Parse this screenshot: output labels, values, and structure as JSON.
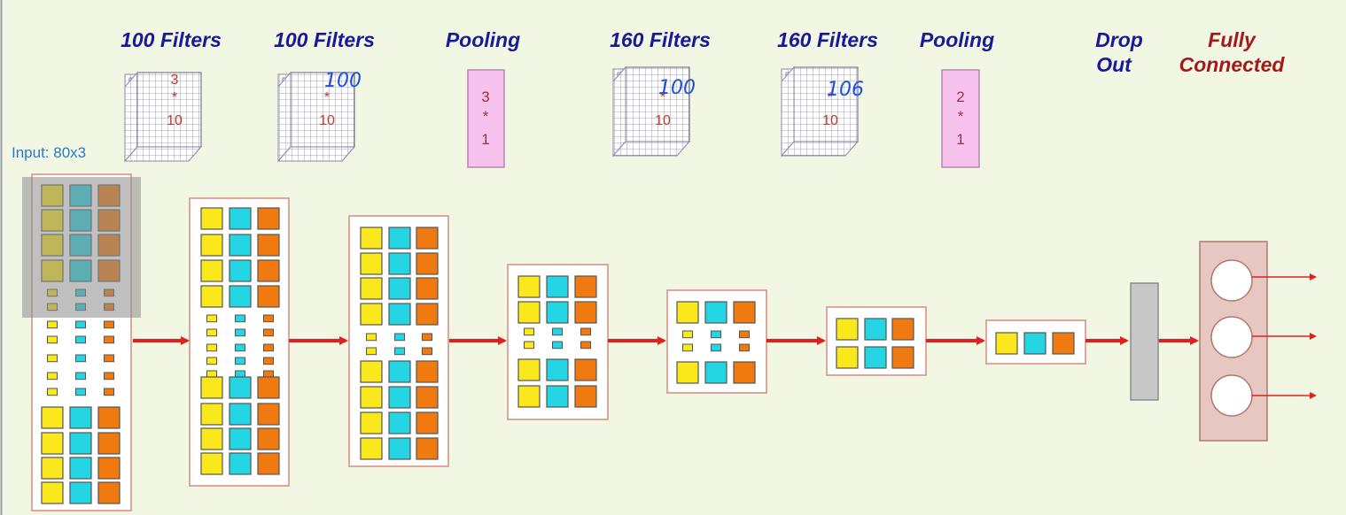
{
  "colors": {
    "background": "#f2f7e4",
    "heading": "#1a1a96",
    "heading_fc": "#a01c1c",
    "input_label": "#2a79c9",
    "handwriting": "#1d4fd8",
    "box_border": "#d88a80",
    "arrow": "#e02020",
    "cell_yellow": "#fbe81c",
    "cell_cyan": "#24d6e4",
    "cell_orange": "#f07a10",
    "pool_fill": "#f7c2ee",
    "pool_border": "#b08ab0",
    "dropout_fill": "#c8c8c8",
    "fc_fill": "#e7c7c2"
  },
  "input_label": "Input: 80x3",
  "stages": [
    {
      "heading": "100 Filters",
      "kernel_top": "3",
      "kernel_mid": "*",
      "kernel_bot": "10",
      "handwritten": ""
    },
    {
      "heading": "100 Filters",
      "kernel_top": "",
      "kernel_mid": "*",
      "kernel_bot": "10",
      "handwritten": "100"
    },
    {
      "heading": "Pooling",
      "pool_top": "3",
      "pool_mid": "*",
      "pool_bot": "1"
    },
    {
      "heading": "160 Filters",
      "kernel_top": "",
      "kernel_mid": "*",
      "kernel_bot": "10",
      "handwritten": "100"
    },
    {
      "heading": "160 Filters",
      "kernel_top": "",
      "kernel_mid": "*",
      "kernel_bot": "10",
      "handwritten": "106"
    },
    {
      "heading": "Pooling",
      "pool_top": "2",
      "pool_mid": "*",
      "pool_bot": "1"
    },
    {
      "heading_line1": "Drop",
      "heading_line2": "Out"
    },
    {
      "heading_line1": "Fully",
      "heading_line2": "Connected"
    }
  ],
  "icons": {
    "kernel": "grid-cube-icon",
    "neuron": "circle-node-icon",
    "arrow": "right-arrow-icon"
  }
}
